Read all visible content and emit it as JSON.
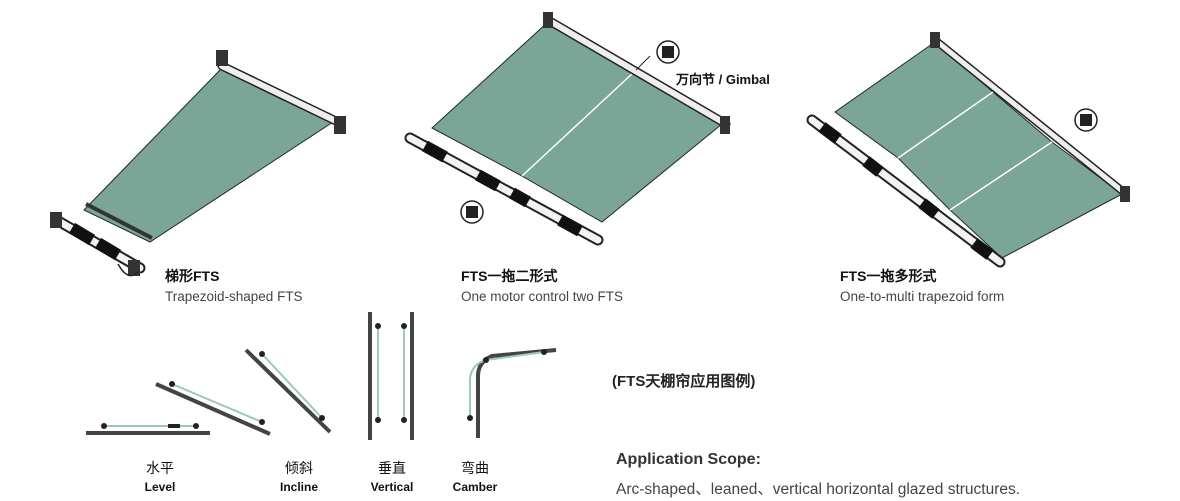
{
  "systems": [
    {
      "title": "梯形FTS",
      "subtitle": "Trapezoid-shaped FTS"
    },
    {
      "title": "FTS一拖二形式",
      "subtitle": "One motor control two FTS"
    },
    {
      "title": "FTS一拖多形式",
      "subtitle": "One-to-multi trapezoid form"
    }
  ],
  "gimbal_label": "万向节 / Gimbal",
  "installations": [
    {
      "cn": "水平",
      "en": "Level"
    },
    {
      "cn": "倾斜",
      "en": "Incline"
    },
    {
      "cn": "垂直",
      "en": "Vertical"
    },
    {
      "cn": "弯曲",
      "en": "Camber"
    }
  ],
  "legend_title": "(FTS天棚帘应用图例)",
  "application": {
    "title": "Application Scope:",
    "text": "Arc-shaped、leaned、vertical  horizontal glazed structures."
  },
  "colors": {
    "fabric": "#7aa597",
    "fabric_edge": "#1e2b27",
    "tube": "#e8e8e8",
    "motor": "#1a1a1a"
  }
}
